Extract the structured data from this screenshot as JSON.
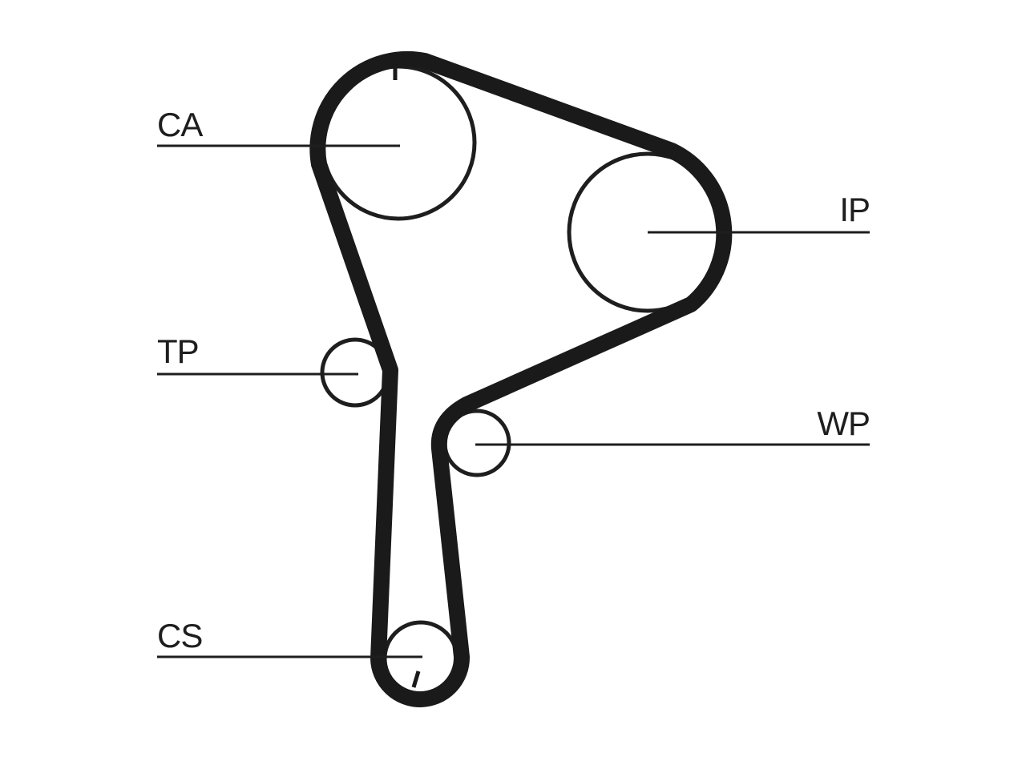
{
  "labels": {
    "ca": "CA",
    "ip": "IP",
    "tp": "TP",
    "wp": "WP",
    "cs": "CS"
  },
  "colors": {
    "line": "#1e1e1e",
    "belt": "#1a1a1a",
    "background": "#ffffff"
  }
}
